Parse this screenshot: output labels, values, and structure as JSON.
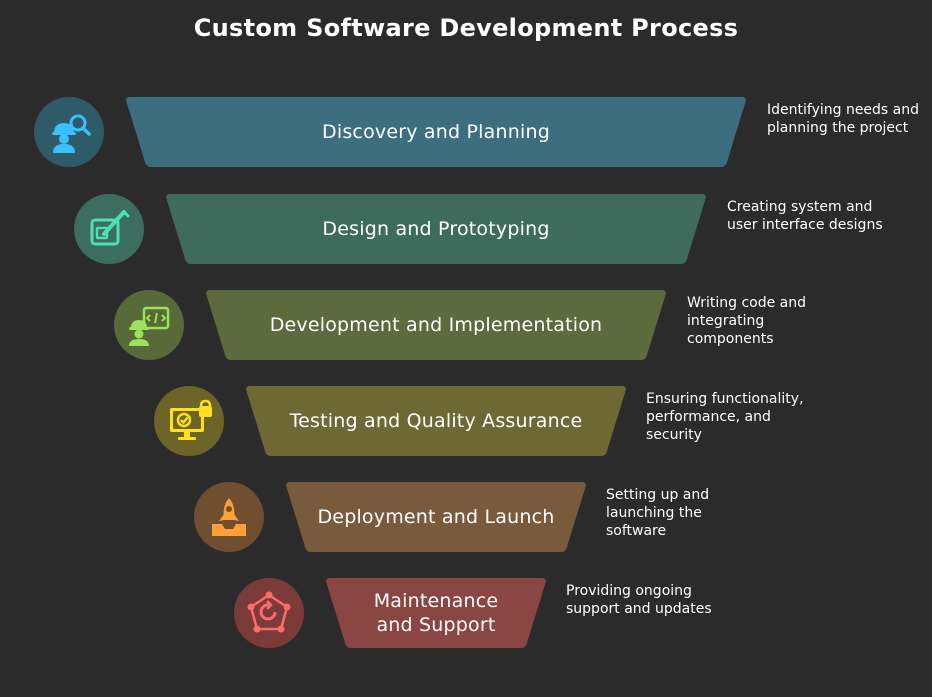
{
  "title": "Custom Software Development Process",
  "stages": [
    {
      "label": "Discovery and Planning",
      "description": "Identifying needs and planning the project",
      "icon": "worker-search-icon",
      "color": "#3c6e7f",
      "icon_bg": "#2f5a68",
      "icon_color": "#39c0ff"
    },
    {
      "label": "Design and Prototyping",
      "description": "Creating system and user interface designs",
      "icon": "design-edit-icon",
      "color": "#3f6b5c",
      "icon_bg": "#3c6e60",
      "icon_color": "#4ee0b0"
    },
    {
      "label": "Development and Implementation",
      "description": "Writing code and integrating components",
      "icon": "developer-code-icon",
      "color": "#5d6a3e",
      "icon_bg": "#586a37",
      "icon_color": "#9be35c"
    },
    {
      "label": "Testing and Quality Assurance",
      "description": "Ensuring functionality, performance, and security",
      "icon": "monitor-lock-icon",
      "color": "#6e6834",
      "icon_bg": "#6d6528",
      "icon_color": "#ffe01a"
    },
    {
      "label": "Deployment and Launch",
      "description": "Setting up and launching the software",
      "icon": "rocket-launch-icon",
      "color": "#7a5a3c",
      "icon_bg": "#6f4f30",
      "icon_color": "#ff9f3a"
    },
    {
      "label": "Maintenance\nand Support",
      "description": "Providing ongoing support and updates",
      "icon": "support-cycle-icon",
      "color": "#8a4642",
      "icon_bg": "#7b3b38",
      "icon_color": "#ff6b6b"
    }
  ]
}
